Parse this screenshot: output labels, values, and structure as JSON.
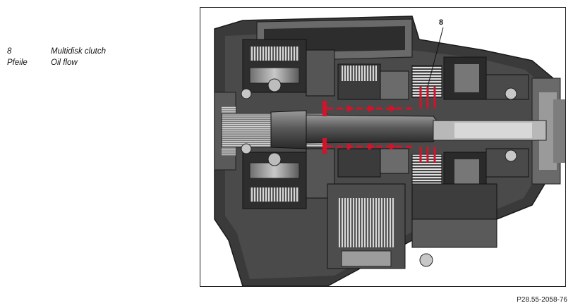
{
  "legend": [
    {
      "key": "8",
      "text": "Multidisk clutch"
    },
    {
      "key": "Pfeile",
      "text": "Oil flow"
    }
  ],
  "callout_label": "8",
  "reference_code": "P28.55-2058-76",
  "colors": {
    "oil_flow": "#d4122a",
    "housing": "#3c3c3c",
    "housing_light": "#8a8a8a"
  },
  "icons": {
    "oil_flow_arrow": "arrow-right-icon"
  }
}
